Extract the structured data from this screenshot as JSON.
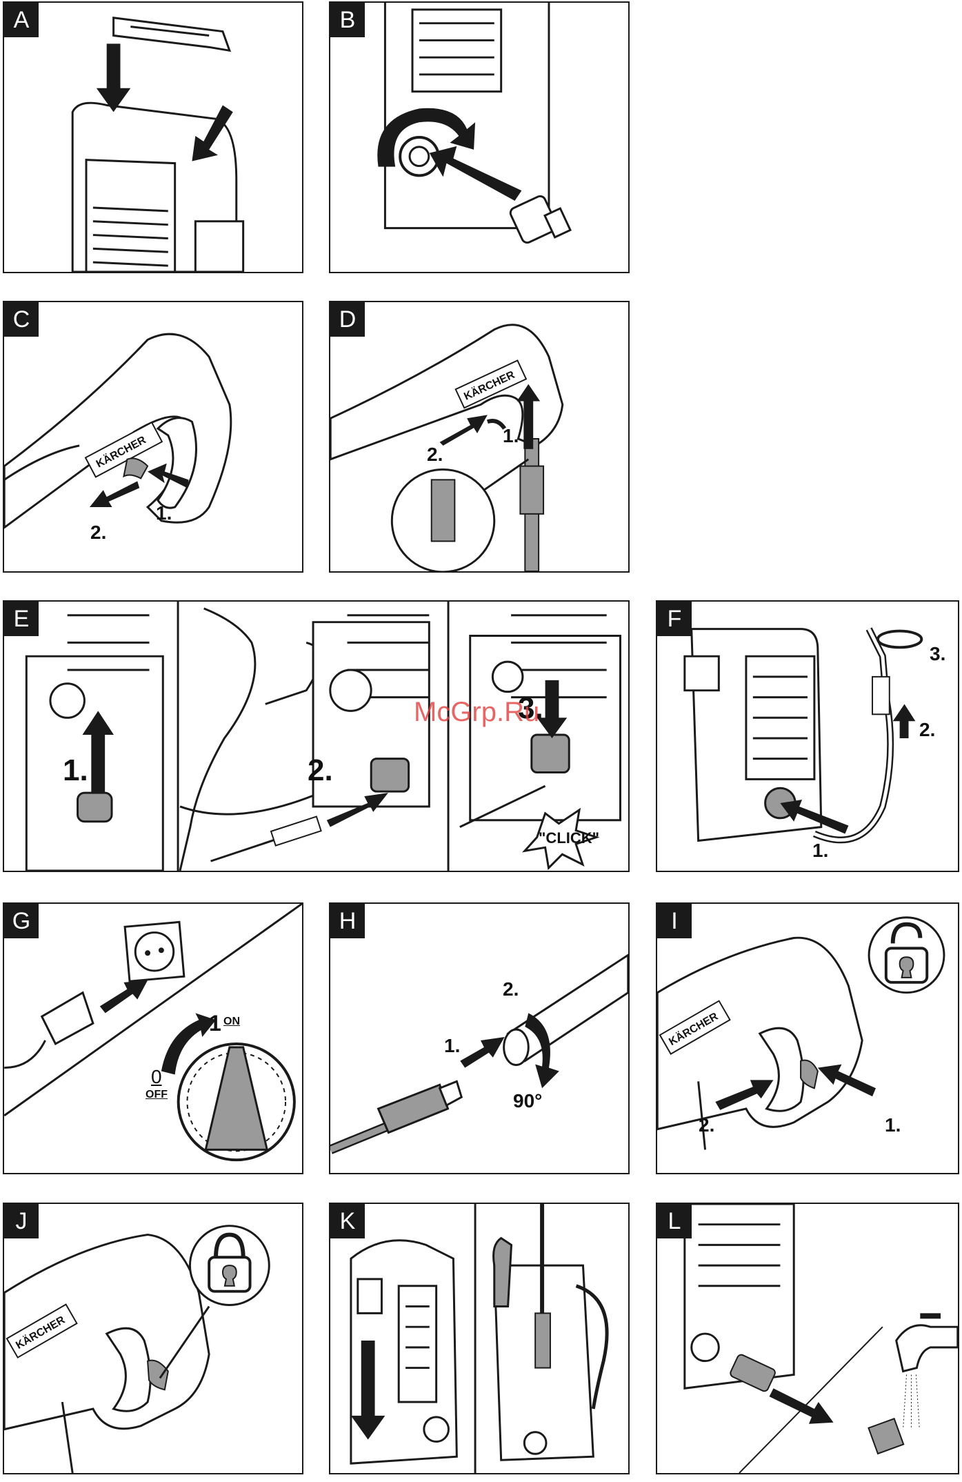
{
  "panels": [
    {
      "letter": "A"
    },
    {
      "letter": "B"
    },
    {
      "letter": "C"
    },
    {
      "letter": "D"
    },
    {
      "letter": "E"
    },
    {
      "letter": "F"
    },
    {
      "letter": "G"
    },
    {
      "letter": "H"
    },
    {
      "letter": "I"
    },
    {
      "letter": "J"
    },
    {
      "letter": "K"
    },
    {
      "letter": "L"
    }
  ],
  "steps": {
    "c1": "1.",
    "c2": "2.",
    "d1": "1.",
    "d2": "2.",
    "e1": "1.",
    "e2": "2.",
    "e3": "3.",
    "e_click": "\"CLICK\"",
    "f1": "1.",
    "f2": "2.",
    "f3": "3.",
    "g_on_num": "1",
    "g_on": "ON",
    "g_off_num": "0",
    "g_off": "OFF",
    "h1": "1.",
    "h2": "2.",
    "h_angle": "90°",
    "i1": "1.",
    "i2": "2."
  },
  "brand_text": "KÄRCHER",
  "watermark": "McGrp.Ru",
  "colors": {
    "ink": "#1a1a1a",
    "fill_gray": "#9a9a9a",
    "light_gray": "#e8e8e8",
    "watermark": "#e04040"
  }
}
